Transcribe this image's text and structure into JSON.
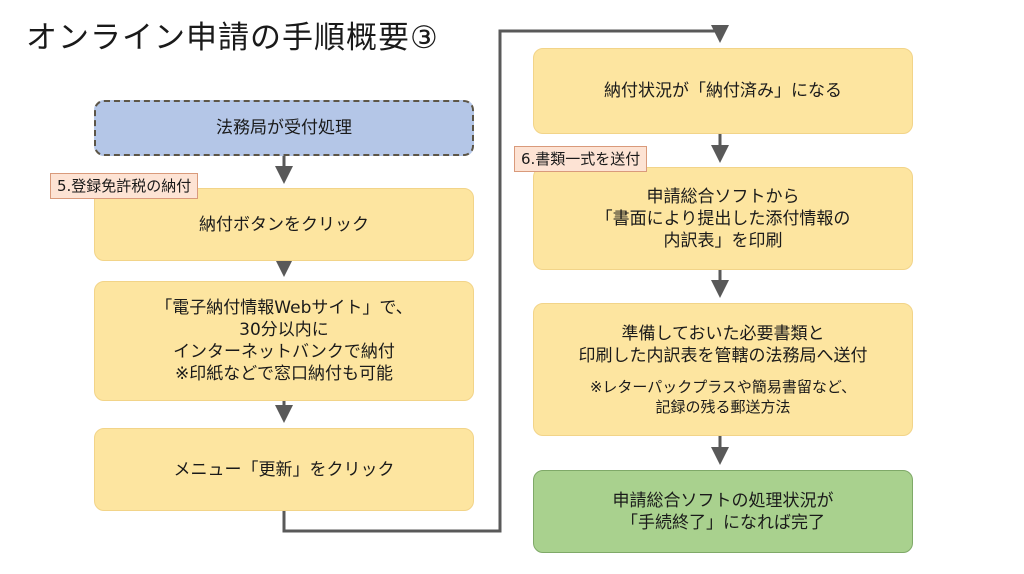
{
  "title": "オンライン申請の手順概要③",
  "colors": {
    "box_fill": "#fde5a0",
    "pending_box_fill": "#b4c6e7",
    "done_box_fill": "#a9d18e",
    "tag_fill": "#fde3d4",
    "connector": "#595959"
  },
  "left_column": {
    "registry": "法務局が受付処理",
    "step5_tag": "5.登録免許税の納付",
    "pay_button": "納付ボタンをクリック",
    "pay_web": [
      "「電子納付情報Webサイト」で、",
      "30分以内に",
      "インターネットバンクで納付",
      "※印紙などで窓口納付も可能"
    ],
    "menu_update": "メニュー「更新」をクリック"
  },
  "right_column": {
    "status_paid": "納付状況が「納付済み」になる",
    "step6_tag": "6.書類一式を送付",
    "print_list": [
      "申請総合ソフトから",
      "「書面により提出した添付情報の",
      "内訳表」を印刷"
    ],
    "send_docs": [
      "準備しておいた必要書類と",
      "印刷した内訳表を管轄の法務局へ送付"
    ],
    "send_note": [
      "※レターパックプラスや簡易書留など、",
      "記録の残る郵送方法"
    ],
    "complete": [
      "申請総合ソフトの処理状況が",
      "「手続終了」になれば完了"
    ]
  }
}
